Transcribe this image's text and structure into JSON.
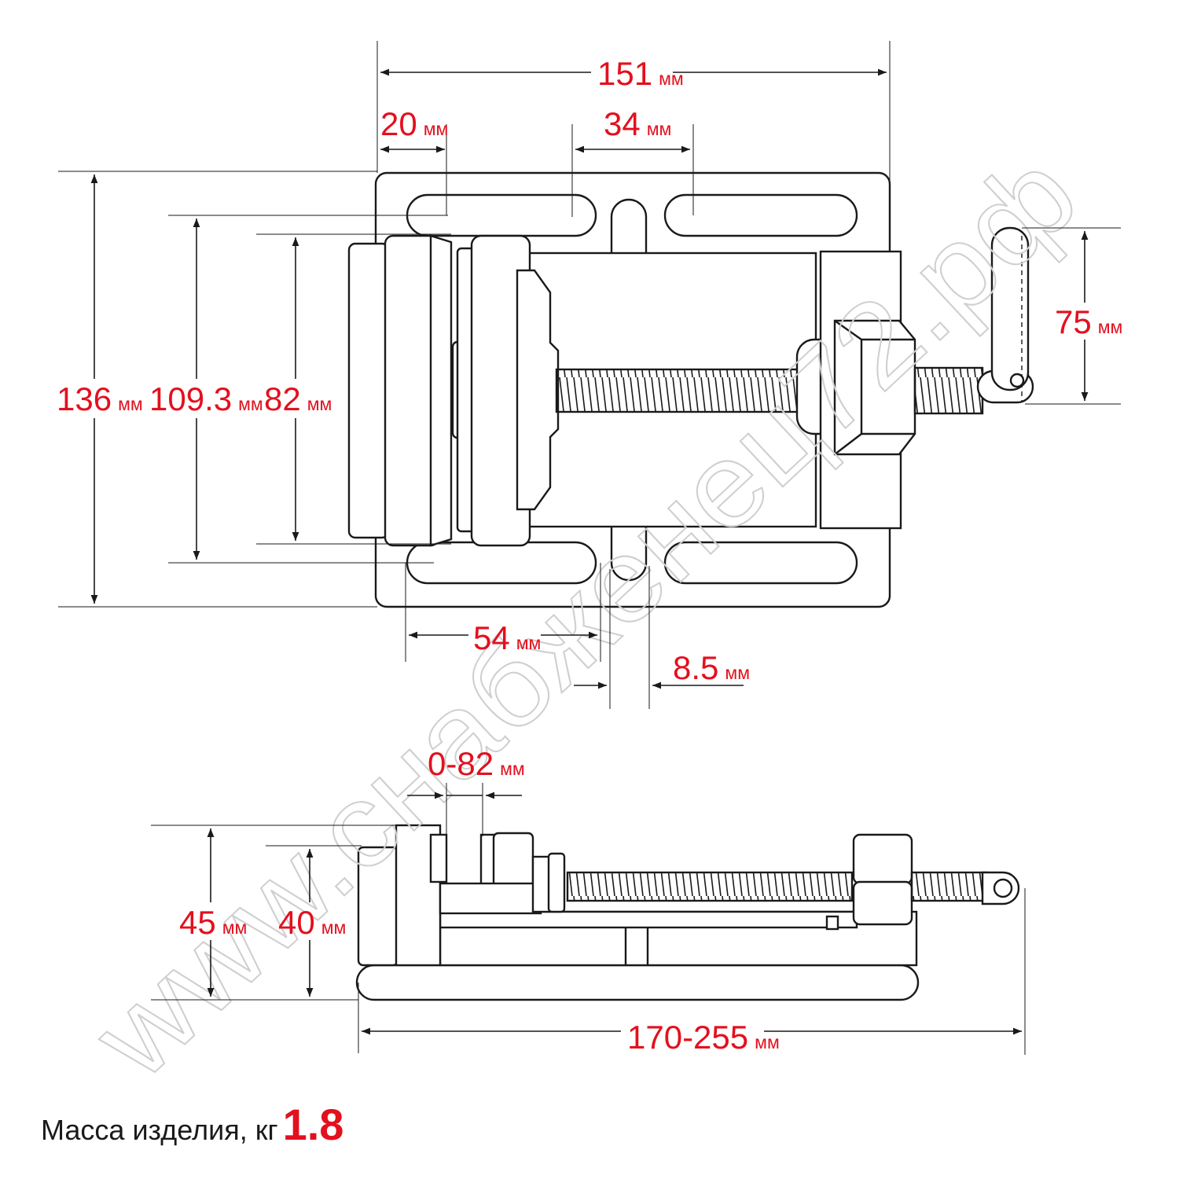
{
  "dimensions": {
    "top_length": {
      "value": "151",
      "unit": "мм"
    },
    "edge_to_slot": {
      "value": "20",
      "unit": "мм"
    },
    "slot_gap": {
      "value": "34",
      "unit": "мм"
    },
    "base_width": {
      "value": "136",
      "unit": "мм"
    },
    "slot_span": {
      "value": "109.3",
      "unit": "мм"
    },
    "jaw_width": {
      "value": "82",
      "unit": "мм"
    },
    "handle_length": {
      "value": "75",
      "unit": "мм"
    },
    "slot_length": {
      "value": "54",
      "unit": "мм"
    },
    "slot_width": {
      "value": "8.5",
      "unit": "мм"
    },
    "jaw_opening": {
      "value": "0-82",
      "unit": "мм"
    },
    "height_total": {
      "value": "45",
      "unit": "мм"
    },
    "jaw_height": {
      "value": "40",
      "unit": "мм"
    },
    "overall_length": {
      "value": "170-255",
      "unit": "мм"
    }
  },
  "mass": {
    "label": "Масса изделия, кг",
    "value": "1.8"
  },
  "watermark": "www.снабженец72.рф",
  "colors": {
    "dimension_text": "#e3101e",
    "line": "#1a1a1a",
    "watermark": "#cfcfcf"
  }
}
